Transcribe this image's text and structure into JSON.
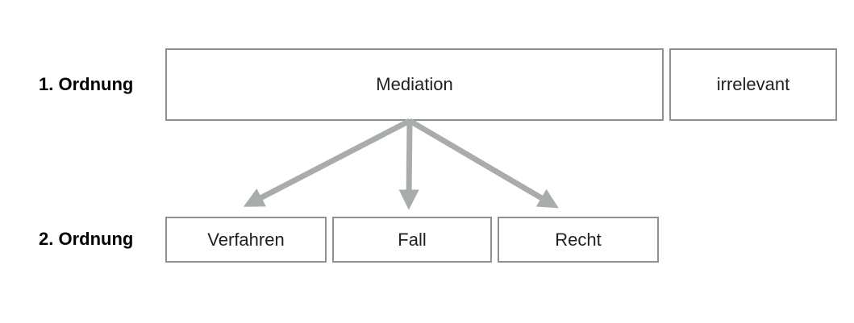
{
  "colors": {
    "background": "#ffffff",
    "box_border": "#8e9193",
    "arrow": "#a9ada9",
    "box_text": "#1f1f1f",
    "label_text": "#000000"
  },
  "labels": {
    "row1": "1. Ordnung",
    "row2": "2. Ordnung"
  },
  "boxes": {
    "mediation": "Mediation",
    "irrelevant": "irrelevant",
    "verfahren": "Verfahren",
    "fall": "Fall",
    "recht": "Recht"
  }
}
